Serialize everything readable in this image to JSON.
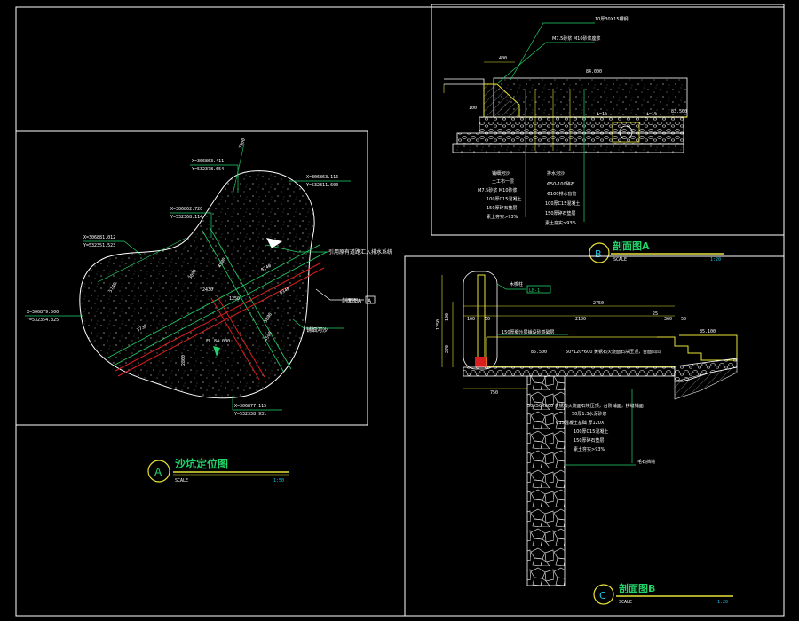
{
  "colors": {
    "background": "#000000",
    "frame": "#ffffff",
    "green": "#22d36a",
    "yellow": "#e8e33a",
    "red": "#d81e1e",
    "cyan": "#19c8e8",
    "dim": "#9a9a9a"
  },
  "plan_a": {
    "coords": [
      "X=306863.411",
      "Y=532378.654",
      "X=306863.116",
      "Y=532311.600",
      "X=306862.720",
      "Y=532368.114",
      "X=306881.012",
      "Y=532351.523",
      "X=306879.500",
      "Y=532354.325",
      "X=306877.115",
      "Y=532338.931"
    ],
    "note_top": "引用原有道路汇入排水系统",
    "section_ref": "剖面图A",
    "section_ref_num": "A",
    "sand_label": "铺细河沙",
    "elev": "FL 84.000",
    "dims": [
      "3730",
      "8240",
      "8340",
      "5740",
      "3000",
      "2430",
      "4500",
      "1250",
      "2800",
      "5890",
      "7300",
      "4500"
    ],
    "title": "沙坑定位图",
    "title_letter": "A",
    "scale_label": "SCALE",
    "scale_value": "1:50"
  },
  "section_a": {
    "labels_top": [
      "10厚30X15槽钢",
      "M7.5砂浆 M10砂浆座浆"
    ],
    "dim_top": "400",
    "elev_left": "84.000",
    "elev_right": "83.500",
    "dim_left": "100",
    "slope_a": "i=1%",
    "slope_b": "i=1%",
    "layers_left": [
      "铺细河沙",
      "土工布一层",
      "M7.5砂浆 M10砂浆",
      "100厚C15混凝土",
      "150厚碎石垫层",
      "素土夯实>93%"
    ],
    "layers_right": [
      "排水河沙",
      "Φ50-100碎石",
      "Φ100排水盲管",
      "100厚C15混凝土",
      "150厚碎石垫层",
      "素土夯实>93%"
    ],
    "title": "剖面图A",
    "title_letter": "B",
    "scale_label": "SCALE",
    "scale_value": "1:20"
  },
  "section_b": {
    "post_label": "木楔柱",
    "tag": "LB-1",
    "dims_top": [
      "2750",
      "160",
      "50",
      "2100",
      "25",
      "360",
      "50"
    ],
    "dims_left": [
      "1250",
      "100",
      "270"
    ],
    "layer_note": "150厚细沙层铺设砂基础层",
    "elev_1": "85.500",
    "elev_2": "85.100",
    "stone_note": "50*120*600 黄锈石火烧面石块压顶，台面凹凹",
    "dim_bottom": "750",
    "layers": [
      "50X50X600 黄锈石火烧面石块压顶，台阶铺面，拼缝铺面",
      "50厚1:3水泥砂浆",
      "C15混凝土基础 厚120X",
      "100厚C15混凝土",
      "150厚碎石垫层",
      "素土夯实>93%"
    ],
    "wall_label": "毛石挡墙",
    "title": "剖面图B",
    "title_letter": "C",
    "scale_label": "SCALE",
    "scale_value": "1:20"
  }
}
